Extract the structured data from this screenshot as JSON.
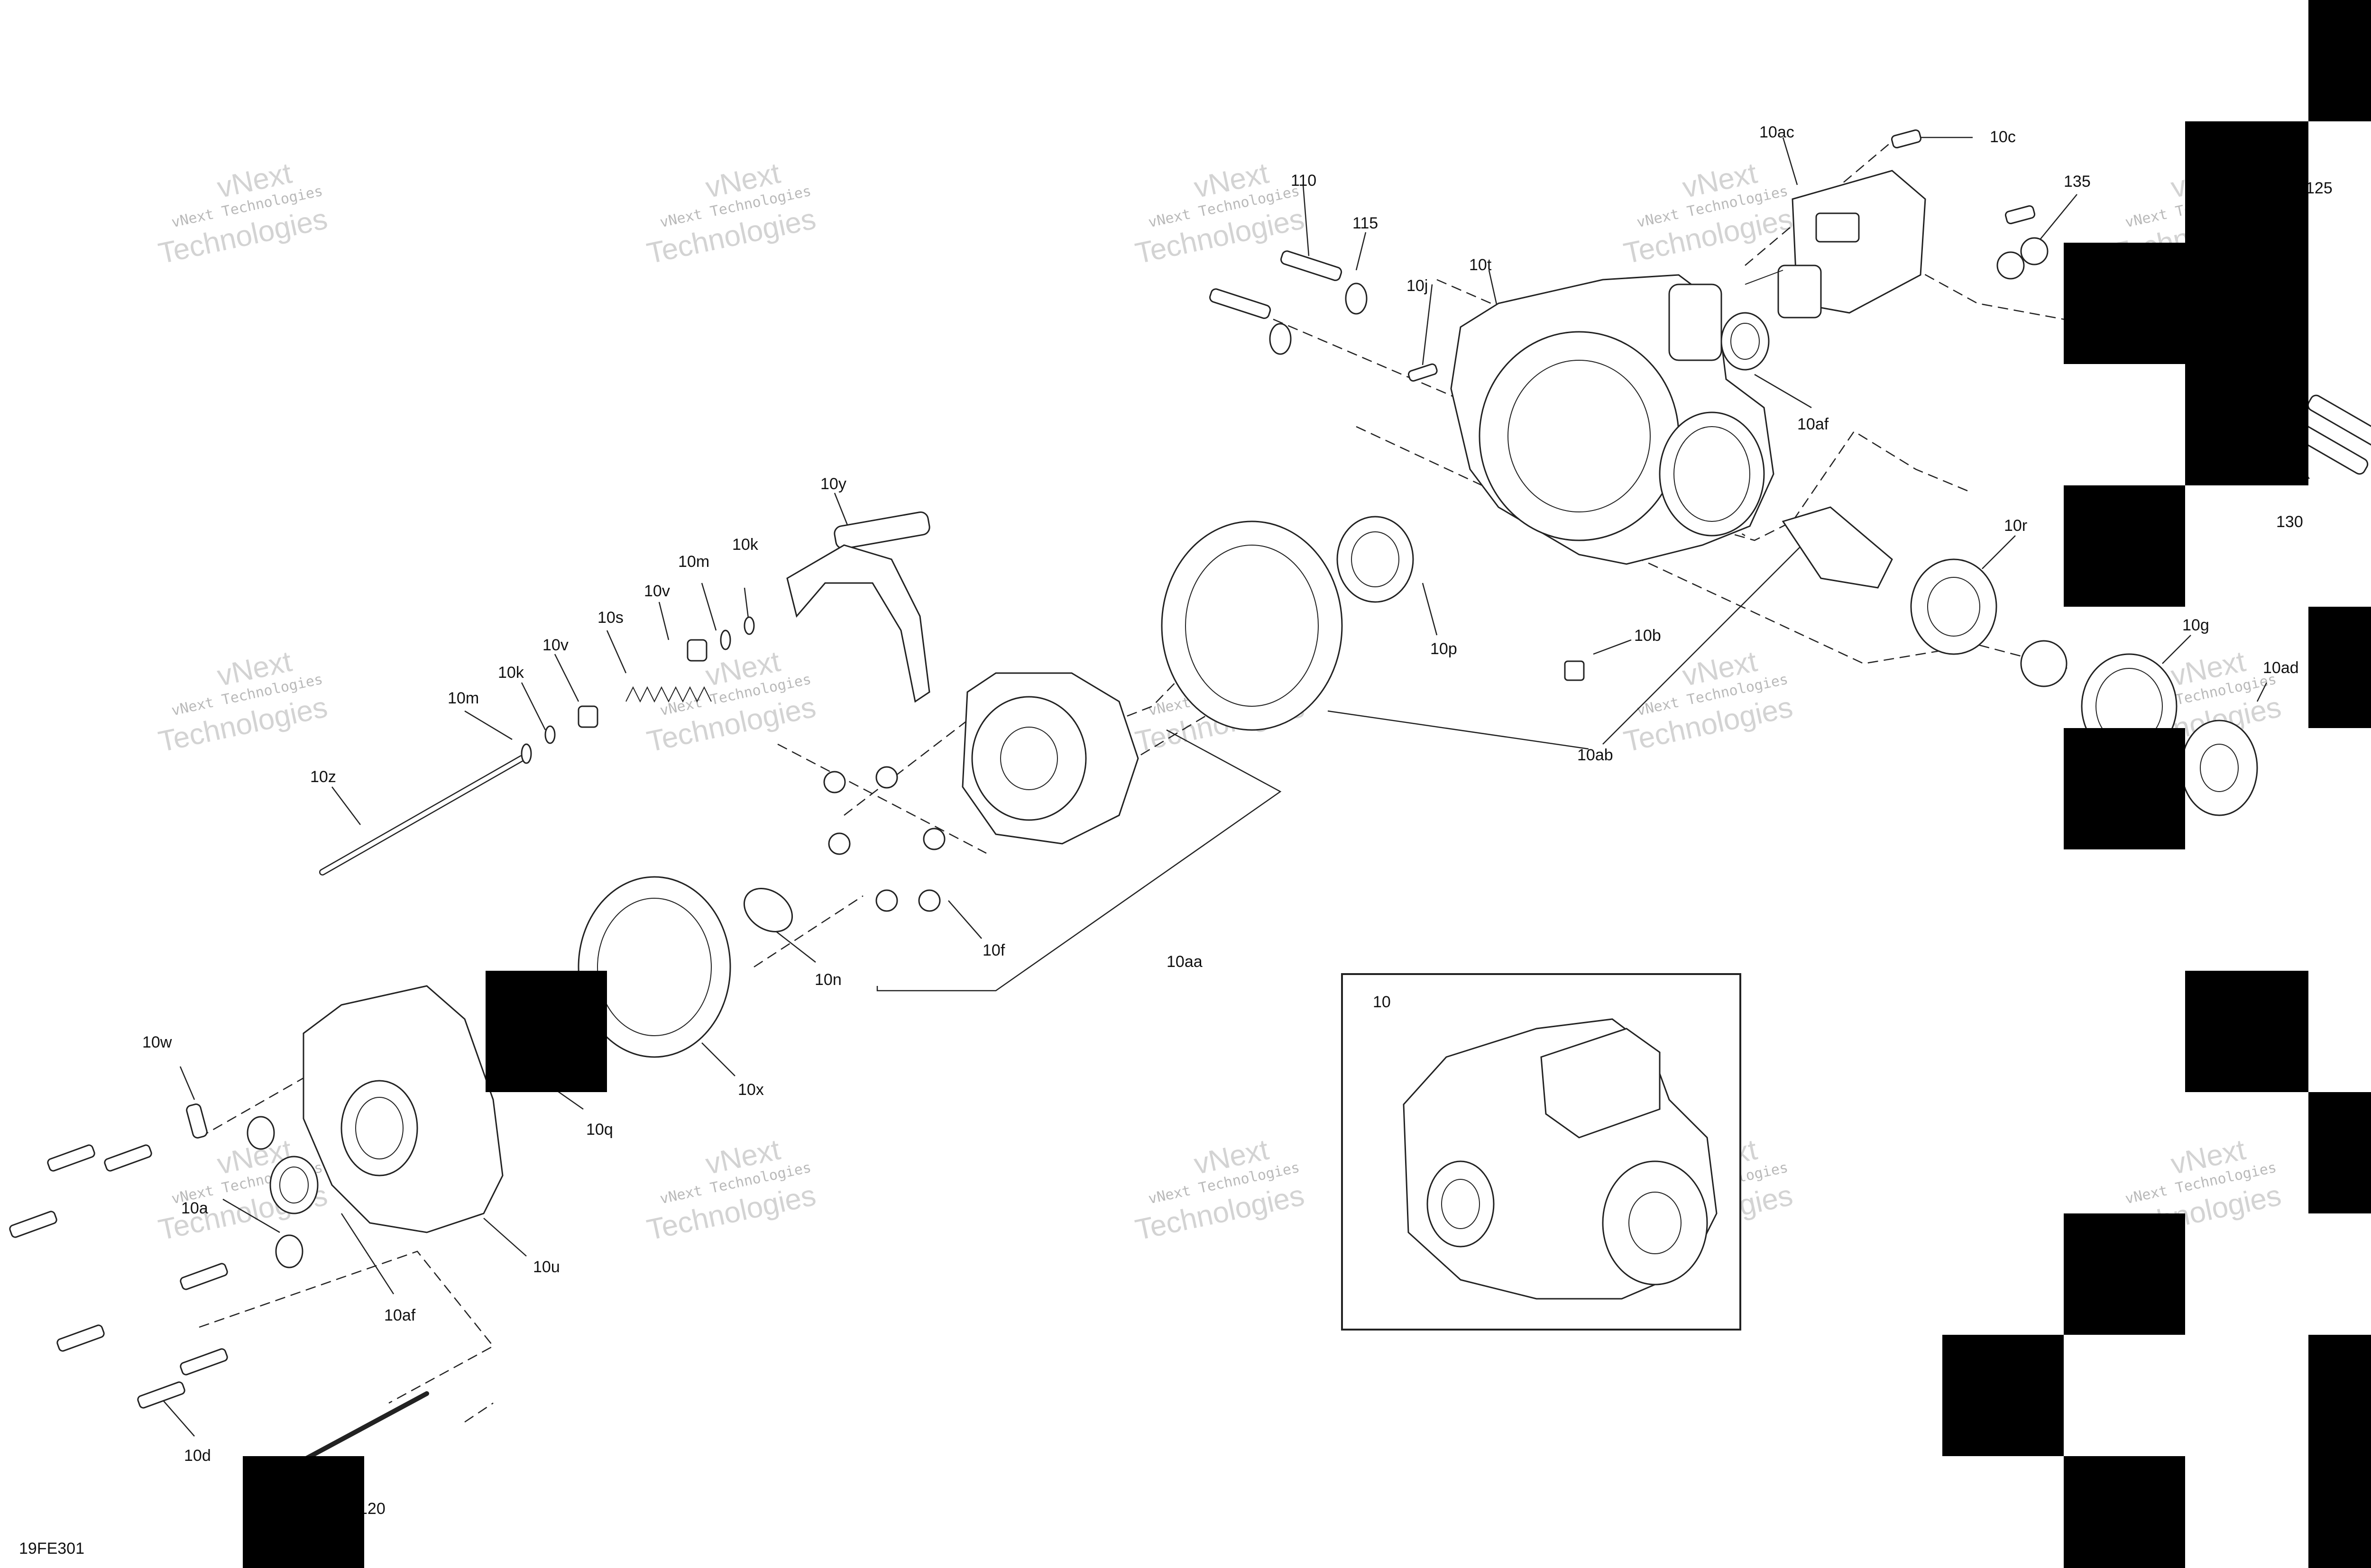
{
  "diagram_id": "19FE301",
  "inset_label": "10",
  "watermark": {
    "line1": "vNext Technologies",
    "line2": "vNext",
    "line3": "Technologies"
  },
  "callouts": {
    "c110": "110",
    "c115": "115",
    "c10j": "10j",
    "c10t": "10t",
    "c10ac": "10ac",
    "c10c": "10c",
    "c135": "135",
    "c125": "125",
    "c10af_top": "10af",
    "c130": "130",
    "c10y": "10y",
    "c10k_top": "10k",
    "c10m_top": "10m",
    "c10v_top": "10v",
    "c10s": "10s",
    "c10v_mid": "10v",
    "c10k_mid": "10k",
    "c10m_mid": "10m",
    "c10z": "10z",
    "c10p": "10p",
    "c10b": "10b",
    "c10r": "10r",
    "c10g": "10g",
    "c10ad": "10ad",
    "c10ab": "10ab",
    "c10f": "10f",
    "c10n": "10n",
    "c10aa": "10aa",
    "c10x": "10x",
    "c10q": "10q",
    "c10w": "10w",
    "c10a": "10a",
    "c10u": "10u",
    "c10af_bot": "10af",
    "c10d": "10d",
    "c120": "120"
  }
}
